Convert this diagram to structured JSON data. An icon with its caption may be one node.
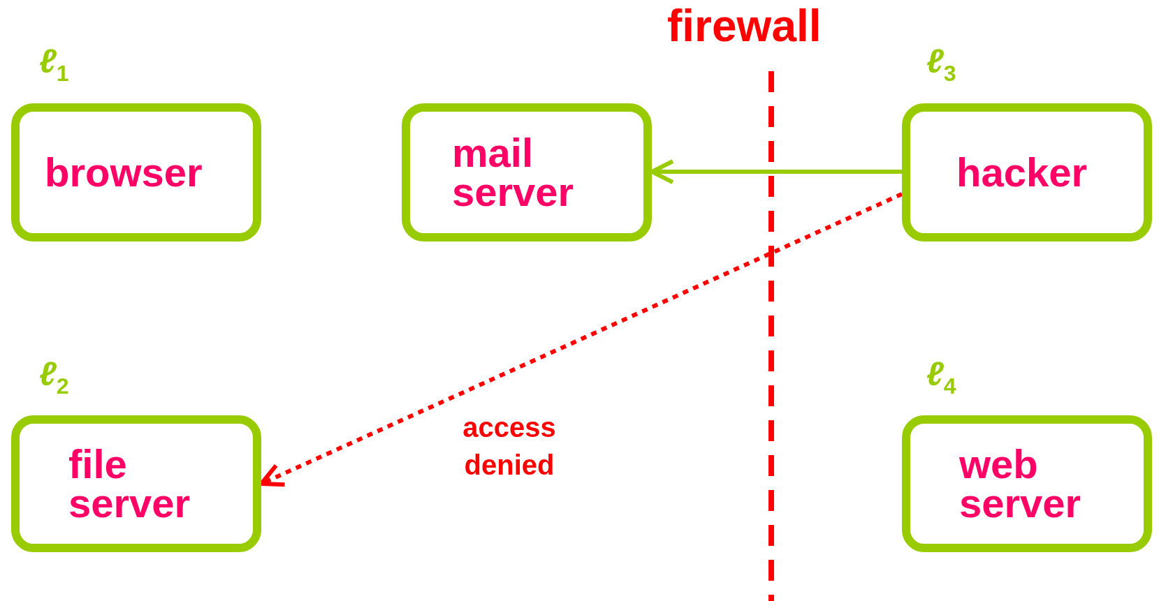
{
  "diagram": {
    "nodes": [
      {
        "text": [
          "browser"
        ],
        "beside": [
          "ℓ$_{1}$"
        ]
      },
      {
        "text": [
          "mail server"
        ]
      },
      {
        "text": [
          "hacker"
        ],
        "beside": [
          "ℓ$_{3}$"
        ]
      },
      {
        "text": [
          "file server"
        ],
        "beside": [
          "ℓ$_{2}$"
        ]
      },
      {
        "text": [
          "web server"
        ],
        "beside": [
          "ℓ$_{4}$"
        ]
      }
    ],
    "edges": [
      {
        "from": 2,
        "to": 1,
        "arrow": "to"
      },
      {
        "from": 2,
        "to": 3,
        "arrow": "to",
        "label": "access denied",
        "style": "dashed",
        "color": "#ff0000"
      }
    ],
    "labels": [
      "firewall"
    ]
  }
}
